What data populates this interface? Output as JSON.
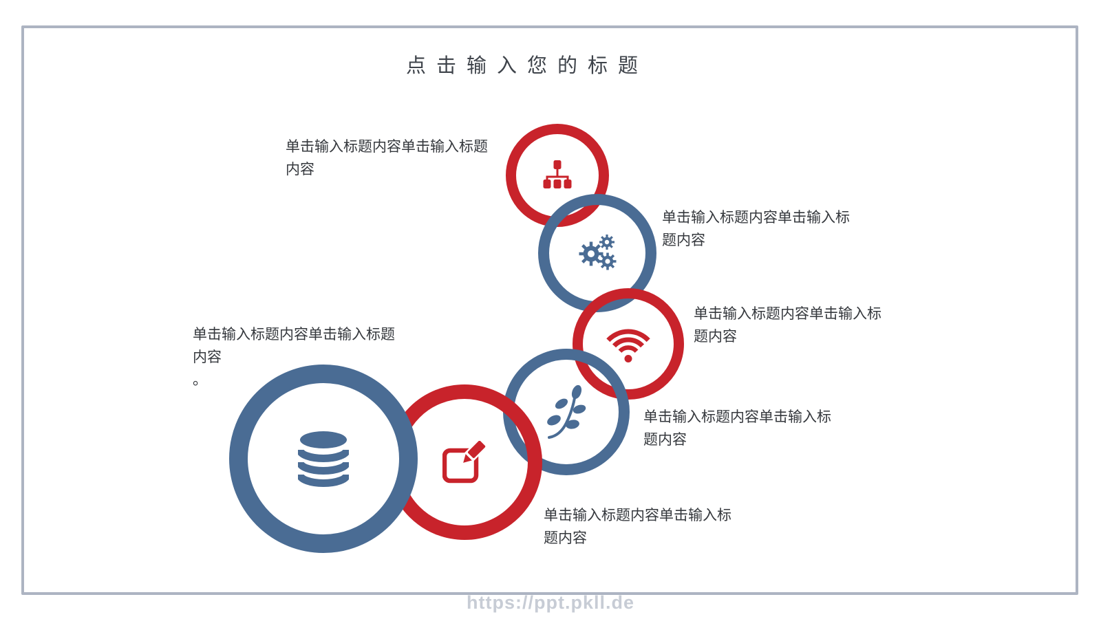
{
  "slide": {
    "title": "点击输入您的标题",
    "watermark": "https://ppt.pkll.de",
    "colors": {
      "accent_red": "#c8232b",
      "accent_blue": "#4a6c94",
      "frame_border": "#adb4c2",
      "title_text": "#3e434a",
      "body_text": "#35383d",
      "watermark_text": "#c7ccd5"
    },
    "labels": [
      {
        "id": "label-1",
        "text": "单击输入标题内容单击输入标题内容"
      },
      {
        "id": "label-2",
        "text": "单击输入标题内容单击输入标题内容"
      },
      {
        "id": "label-3",
        "text": "单击输入标题内容单击输入标题内容"
      },
      {
        "id": "label-4",
        "text": "单击输入标题内容单击输入标题内容\n。"
      },
      {
        "id": "label-5",
        "text": "单击输入标题内容单击输入标题内容"
      },
      {
        "id": "label-6",
        "text": "单击输入标题内容单击输入标题内容"
      }
    ],
    "circles": [
      {
        "id": "circle-sitemap",
        "icon": "sitemap-icon",
        "ring_color": "#c8232b"
      },
      {
        "id": "circle-gears",
        "icon": "gears-icon",
        "ring_color": "#4a6c94"
      },
      {
        "id": "circle-wifi",
        "icon": "wifi-icon",
        "ring_color": "#c8232b"
      },
      {
        "id": "circle-branch",
        "icon": "branch-icon",
        "ring_color": "#4a6c94"
      },
      {
        "id": "circle-edit",
        "icon": "edit-icon",
        "ring_color": "#c8232b"
      },
      {
        "id": "circle-database",
        "icon": "database-icon",
        "ring_color": "#4a6c94"
      }
    ]
  }
}
